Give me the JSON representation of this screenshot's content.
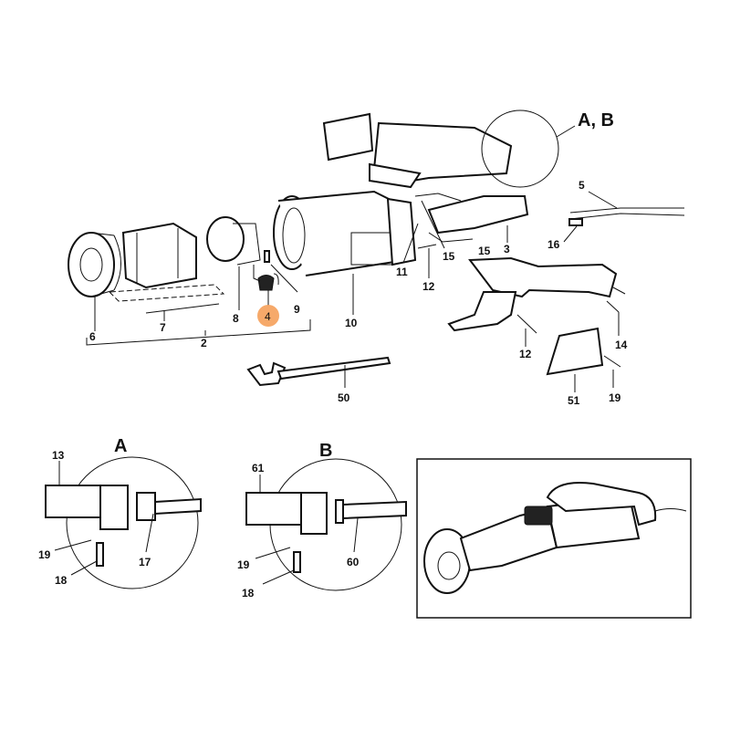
{
  "diagram": {
    "title_callout": "A, B",
    "highlight_color": "#f5a05a",
    "highlighted_part": "4",
    "main_labels": {
      "p5": "5",
      "p16": "16",
      "p3": "3",
      "p15a": "15",
      "p15b": "15",
      "p11": "11",
      "p12a": "12",
      "p10": "10",
      "p9": "9",
      "p4": "4",
      "p8": "8",
      "p6": "6",
      "p7": "7",
      "p2": "2",
      "p50": "50",
      "p12b": "12",
      "p14": "14",
      "p51": "51",
      "p19": "19"
    },
    "detail_a": {
      "title": "A",
      "p13": "13",
      "p19": "19",
      "p18": "18",
      "p17": "17"
    },
    "detail_b": {
      "title": "B",
      "p61": "61",
      "p19": "19",
      "p18": "18",
      "p60": "60"
    }
  }
}
